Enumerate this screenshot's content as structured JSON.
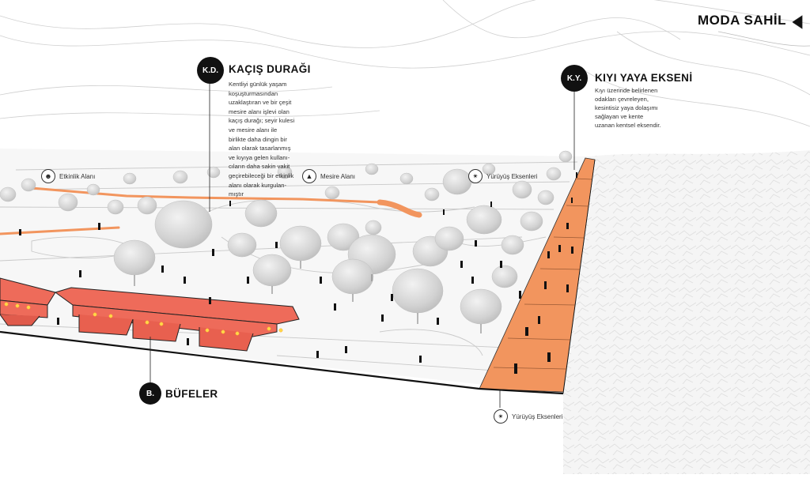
{
  "title": "MODA SAHİL",
  "kacis": {
    "badge": "K.D.",
    "heading": "KAÇIŞ DURAĞI",
    "lines": [
      "Kentliyi günlük yaşam",
      "koşuşturmasından",
      "uzaklaştıran ve bir çeşit",
      "mesire alanı işlevi olan",
      "kaçış durağı; seyir kulesi",
      "ve mesire alanı ile",
      "birlikte daha dingin bir",
      "alan olarak tasarlanmış",
      "ve kıyıya gelen kullanı-",
      "cıların daha sakin vakit",
      "geçirebileceği bir etkinlik",
      "alanı olarak kurgulan-",
      "mıştır"
    ]
  },
  "kiyi": {
    "badge": "K.Y.",
    "heading": "KIYI YAYA EKSENİ",
    "lines": [
      "Kıyı üzerinde belirlenen",
      "odakları çevreleyen,",
      "kesintisiz yaya dolaşımı",
      "sağlayan ve kente",
      "uzanan kentsel eksendir."
    ]
  },
  "bufeler": {
    "badge": "B.",
    "heading": "BÜFELER"
  },
  "labels": {
    "etkinlik": "Etkinlik Alanı",
    "mesire": "Mesire Alanı",
    "yuruyus_top": "Yürüyüş Eksenleri",
    "yuruyus_bottom": "Yürüyüş Eksenleri"
  },
  "colors": {
    "orange": "#f2955e",
    "red": "#ee6b5a",
    "lights": "#ffd84a",
    "trees": "#d6d6d6"
  },
  "icons": {
    "etkinlik": "group-icon",
    "mesire": "tree-icon",
    "yuruyus": "walking-person-icon"
  }
}
